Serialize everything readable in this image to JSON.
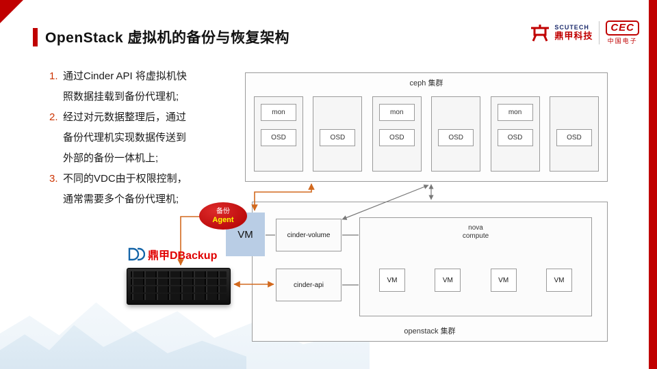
{
  "slide": {
    "title": "OpenStack 虚拟机的备份与恢复架构"
  },
  "header": {
    "scutech_en": "SCUTECH",
    "scutech_cn": "鼎甲科技",
    "cec_en": "CEC",
    "cec_cn": "中国电子"
  },
  "notes": [
    {
      "num": "1.",
      "lines": [
        "通过Cinder API 将虚拟机快",
        "照数据挂载到备份代理机;"
      ]
    },
    {
      "num": "2.",
      "lines": [
        "经过对元数据整理后，通过",
        "备份代理机实现数据传送到",
        "外部的备份一体机上;"
      ]
    },
    {
      "num": "3.",
      "lines": [
        "不同的VDC由于权限控制，",
        "通常需要多个备份代理机;"
      ]
    }
  ],
  "diagram": {
    "ceph": {
      "label": "ceph 集群",
      "mon": "mon",
      "osd": "OSD",
      "nodes": [
        {
          "has_mon": true
        },
        {
          "has_mon": false
        },
        {
          "has_mon": true
        },
        {
          "has_mon": false
        },
        {
          "has_mon": true
        },
        {
          "has_mon": false
        }
      ]
    },
    "openstack": {
      "label": "openstack 集群",
      "cinder_volume": "cinder-volume",
      "cinder_api": "cinder-api",
      "nova_line1": "nova",
      "nova_line2": "compute",
      "vm": "VM"
    },
    "agent": {
      "vm_label": "VM",
      "badge_line1": "备份",
      "badge_line2": "Agent"
    },
    "dbackup_label": "鼎甲DBackup"
  },
  "colors": {
    "accent_red": "#C00000",
    "note_number_orange": "#CC3300",
    "arrow_orange": "#D2691E",
    "arrow_gray": "#777777",
    "agent_vm_blue": "#B9CDE5",
    "badge_red": "#C00000",
    "badge_agent_yellow": "#FFFF00",
    "dbackup_red": "#E00000"
  }
}
